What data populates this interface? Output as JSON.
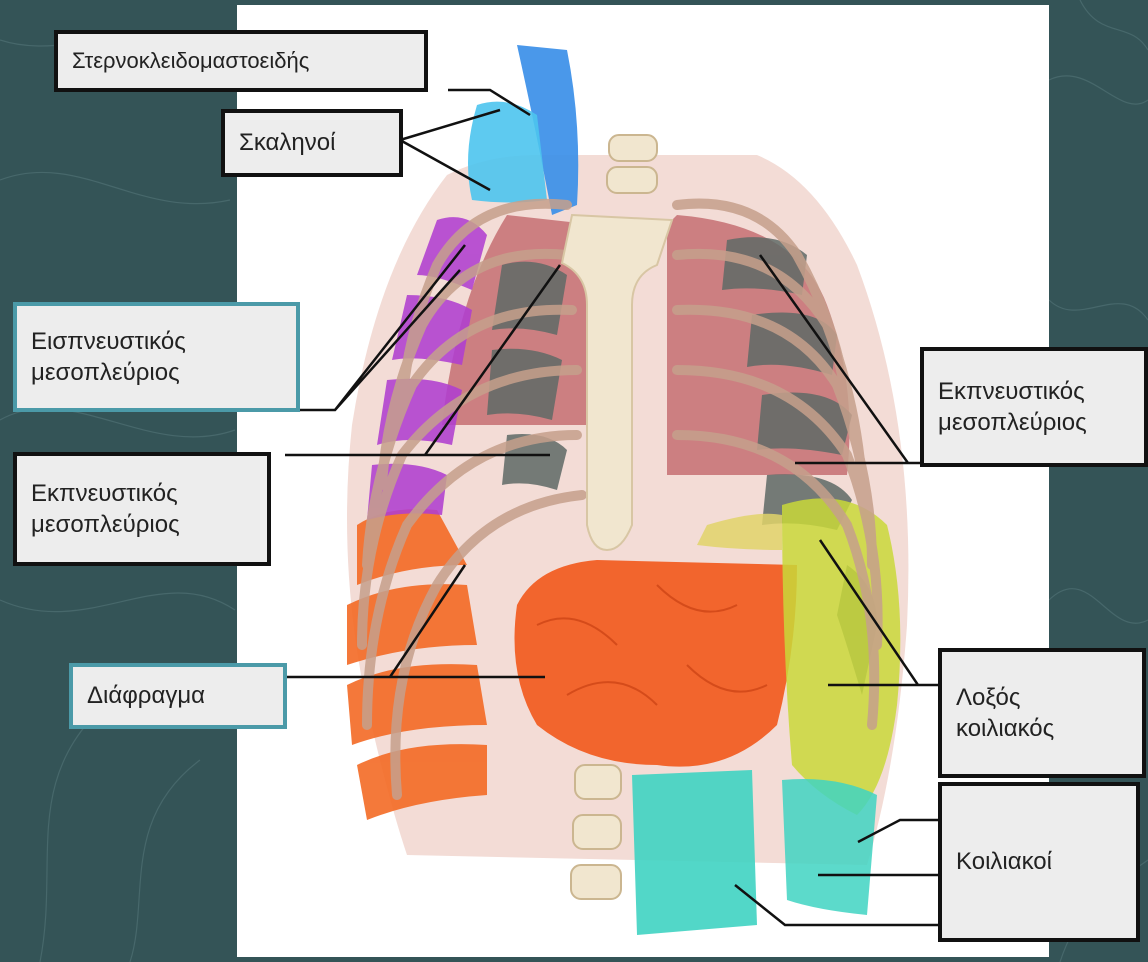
{
  "slide": {
    "background": "#345457",
    "panel_background": "#ffffff"
  },
  "labels": {
    "sternocleidomastoid": "Στερνοκλειδομαστοειδής",
    "scalenes": "Σκαληνοί",
    "inspiratory_intercostal": "Εισπνευστικός\nμεσοπλεύριος",
    "expiratory_intercostal_left": "Εκπνευστικός\nμεσοπλεύριος",
    "diaphragm": "Διάφραγμα",
    "expiratory_intercostal_right": "Εκπνευστικός\nμεσοπλεύριος",
    "oblique_abdominal": "Λοξός\nκοιλιακός",
    "abdominals": "Κοιλιακοί"
  },
  "colors": {
    "label_border_default": "#111111",
    "label_border_accent": "#4b9aa8",
    "label_fill": "#ededed",
    "sternocleidomastoid_muscle": "#3b8fe8",
    "scalene_muscle": "#4dc4ee",
    "inspiratory_intercostal_muscle": "#b03fd0",
    "expiratory_intercostal_muscle": "#5f6a66",
    "diaphragm_muscle": "#f25a1e",
    "oblique_abdominal_muscle": "#c9d83a",
    "abdominal_muscle": "#3fd3c2",
    "bone": "#f1e6cf",
    "rib_outline": "#c6a08c",
    "lung_interior": "#c46f72"
  }
}
